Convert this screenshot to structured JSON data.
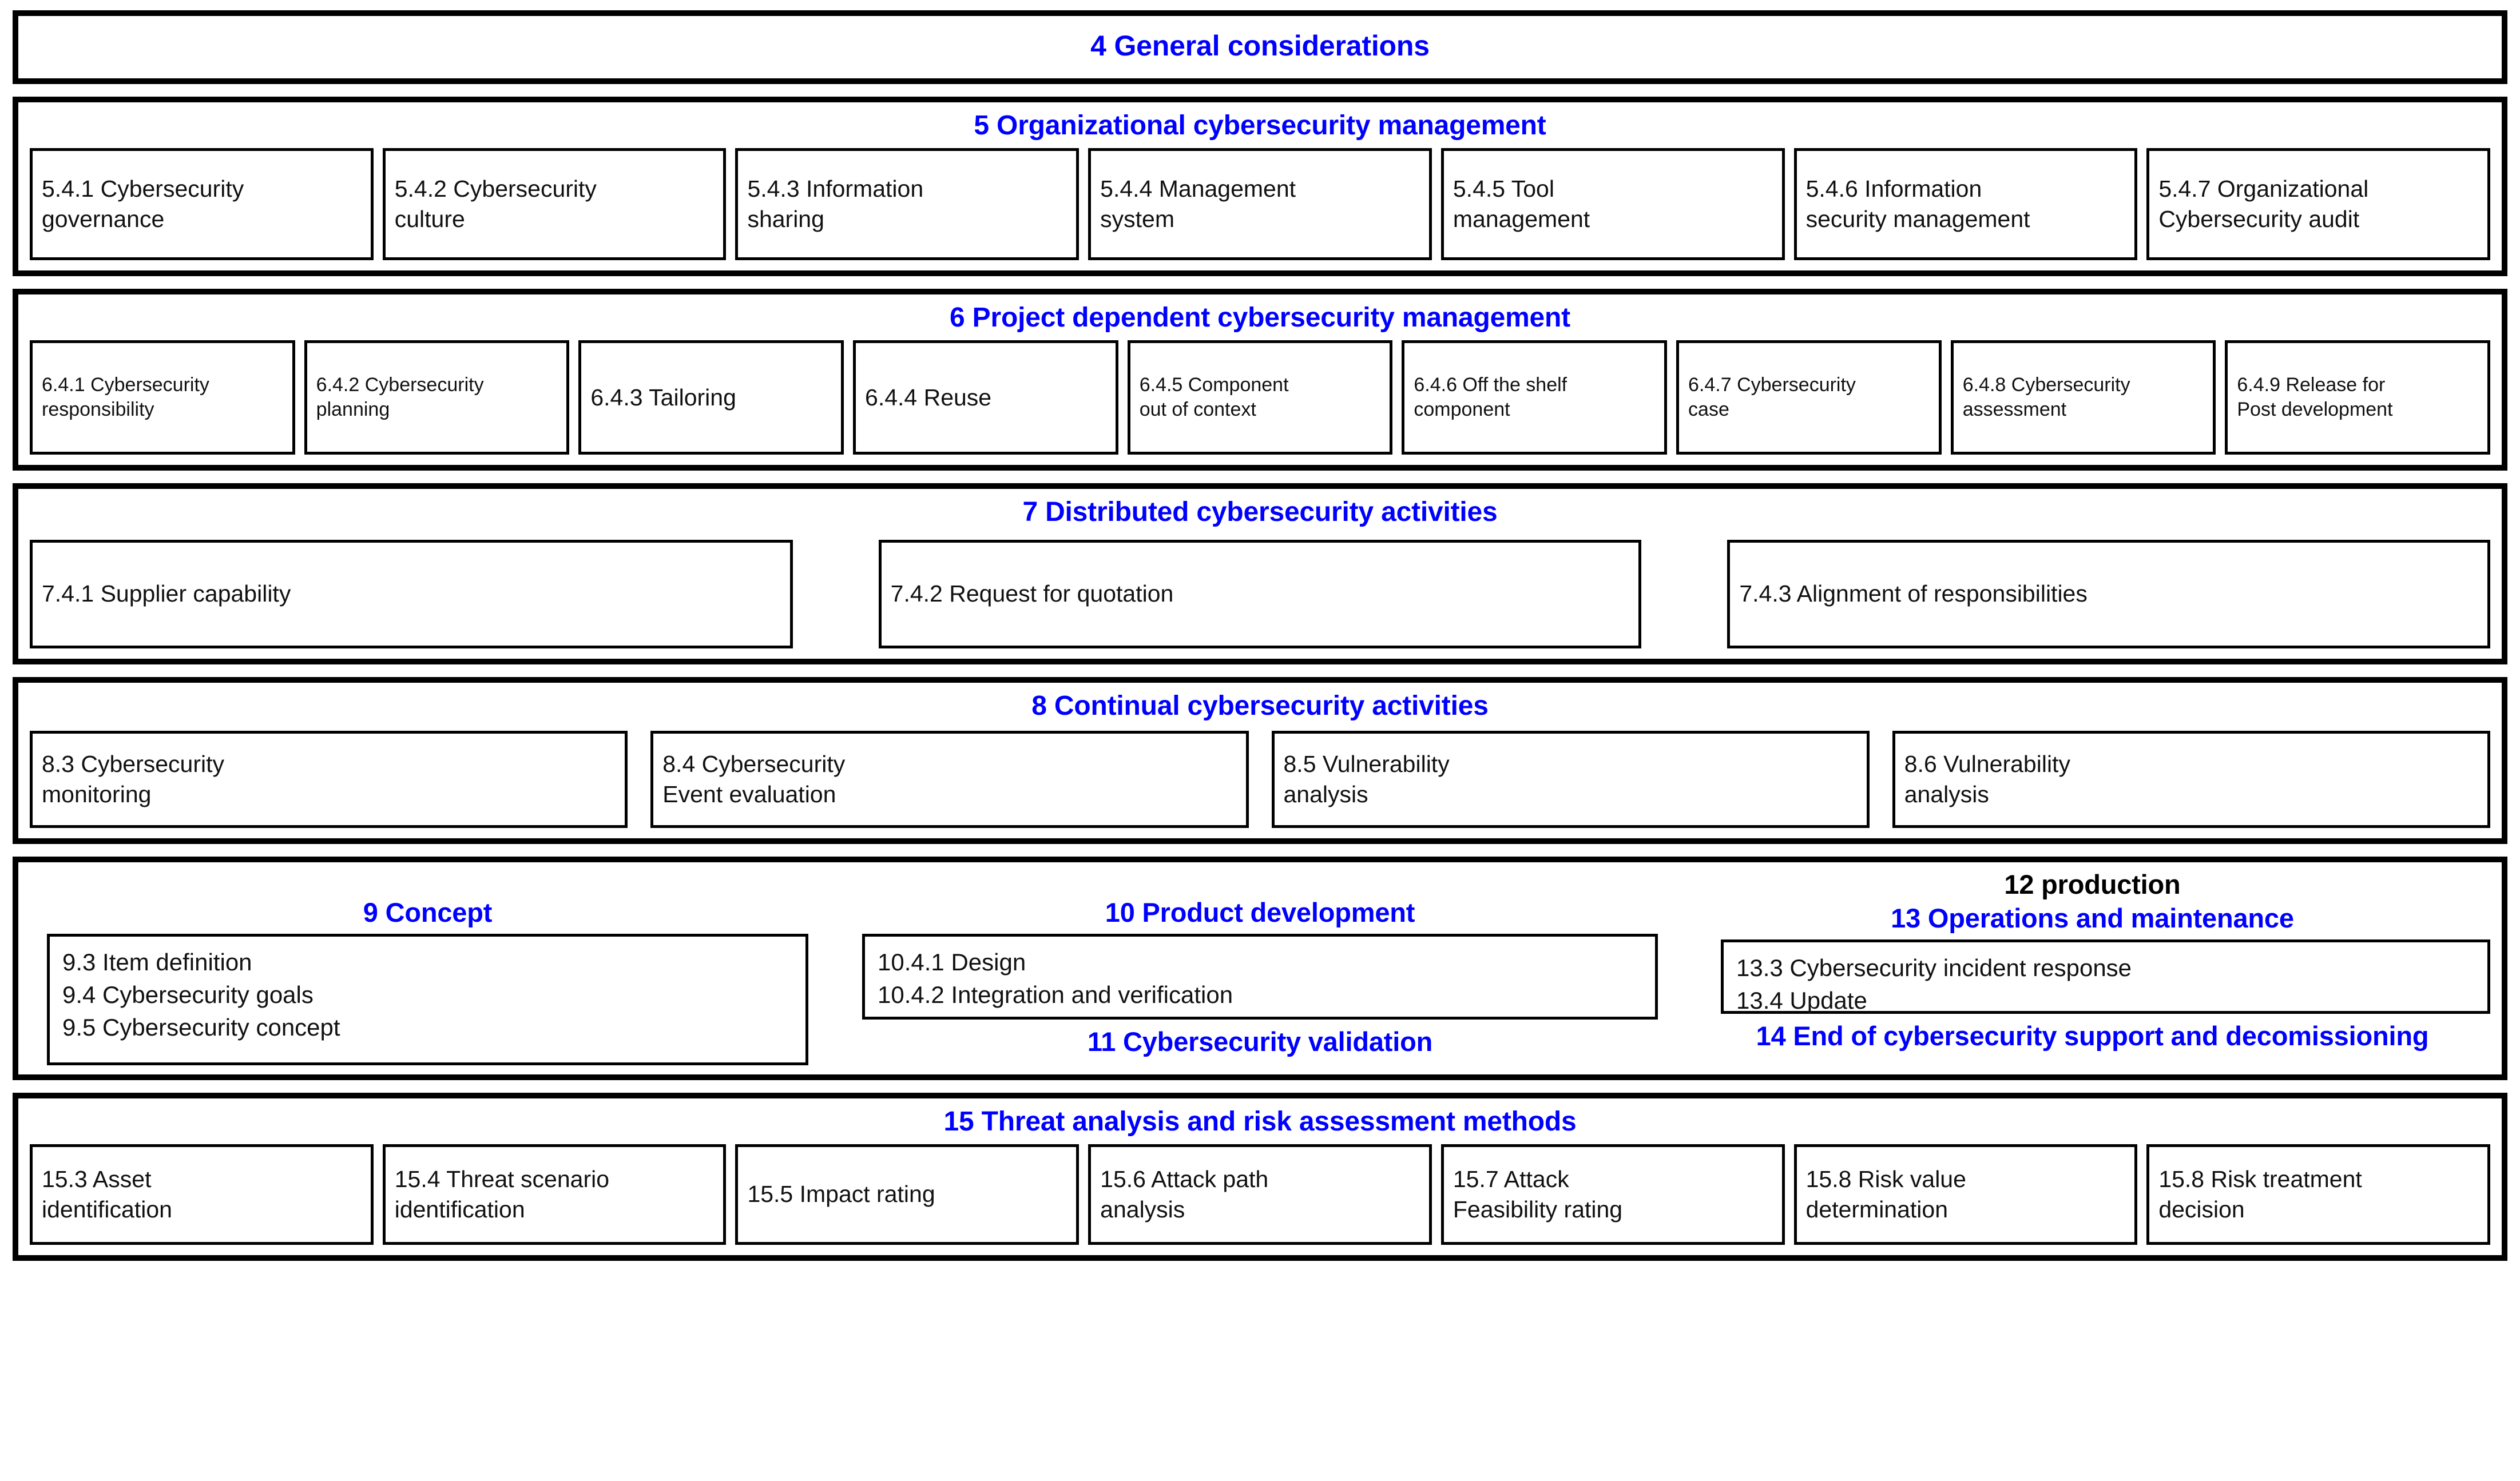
{
  "diagram": {
    "bands": [
      {
        "id": "band-4",
        "title": "4 General considerations",
        "title_color": "#0000ff",
        "items": []
      },
      {
        "id": "band-5",
        "title": "5 Organizational cybersecurity management",
        "title_color": "#0000ff",
        "items": [
          {
            "l1": "5.4.1 Cybersecurity",
            "l2": "governance"
          },
          {
            "l1": "5.4.2 Cybersecurity",
            "l2": "culture"
          },
          {
            "l1": "5.4.3 Information",
            "l2": "sharing"
          },
          {
            "l1": "5.4.4 Management",
            "l2": "system"
          },
          {
            "l1": "5.4.5 Tool",
            "l2": "management"
          },
          {
            "l1": "5.4.6 Information",
            "l2": "security management"
          },
          {
            "l1": "5.4.7 Organizational",
            "l2": "Cybersecurity audit"
          }
        ]
      },
      {
        "id": "band-6",
        "title": "6 Project dependent cybersecurity management",
        "title_color": "#0000ff",
        "items": [
          {
            "l1": "6.4.1 Cybersecurity",
            "l2": "responsibility"
          },
          {
            "l1": "6.4.2 Cybersecurity",
            "l2": "planning"
          },
          {
            "l1": "6.4.3 Tailoring",
            "l2": ""
          },
          {
            "l1": "6.4.4 Reuse",
            "l2": ""
          },
          {
            "l1": "6.4.5 Component",
            "l2": "out of context"
          },
          {
            "l1": "6.4.6 Off the shelf",
            "l2": "component"
          },
          {
            "l1": "6.4.7 Cybersecurity",
            "l2": "case"
          },
          {
            "l1": "6.4.8 Cybersecurity",
            "l2": "assessment"
          },
          {
            "l1": "6.4.9 Release for",
            "l2": "Post development"
          }
        ]
      },
      {
        "id": "band-7",
        "title": "7 Distributed cybersecurity activities",
        "title_color": "#0000ff",
        "items": [
          {
            "l1": "7.4.1 Supplier capability",
            "l2": ""
          },
          {
            "l1": "7.4.2 Request for quotation",
            "l2": ""
          },
          {
            "l1": "7.4.3 Alignment of responsibilities",
            "l2": ""
          }
        ]
      },
      {
        "id": "band-8",
        "title": "8 Continual cybersecurity activities",
        "title_color": "#0000ff",
        "items": [
          {
            "l1": "8.3 Cybersecurity",
            "l2": "monitoring"
          },
          {
            "l1": "8.4 Cybersecurity",
            "l2": "Event evaluation"
          },
          {
            "l1": "8.5 Vulnerability",
            "l2": "analysis"
          },
          {
            "l1": "8.6 Vulnerability",
            "l2": "analysis"
          }
        ]
      },
      {
        "id": "band-15",
        "title": "15 Threat analysis and risk assessment methods",
        "title_color": "#0000ff",
        "items": [
          {
            "l1": "15.3 Asset",
            "l2": "identification"
          },
          {
            "l1": "15.4 Threat scenario",
            "l2": "identification"
          },
          {
            "l1": "15.5 Impact rating",
            "l2": ""
          },
          {
            "l1": "15.6 Attack path",
            "l2": "analysis"
          },
          {
            "l1": "15.7 Attack",
            "l2": "Feasibility rating"
          },
          {
            "l1": "15.8 Risk value",
            "l2": "determination"
          },
          {
            "l1": "15.8 Risk treatment",
            "l2": "decision"
          }
        ]
      }
    ],
    "lifecycle": {
      "concept": {
        "title": "9 Concept",
        "title_color": "#0000ff",
        "lines": [
          "9.3 Item definition",
          "9.4 Cybersecurity goals",
          "9.5 Cybersecurity concept"
        ]
      },
      "product": {
        "title": "10 Product development",
        "title_color": "#0000ff",
        "lines": [
          "10.4.1 Design",
          "10.4.2 Integration and verification"
        ],
        "footer": "11 Cybersecurity validation",
        "footer_color": "#0000ff"
      },
      "operations": {
        "title_production": "12 production",
        "title_production_color": "#000000",
        "title": "13 Operations and maintenance",
        "title_color": "#0000ff",
        "lines": [
          "13.3 Cybersecurity incident response",
          "13.4 Update"
        ],
        "footer": "14 End of cybersecurity support and decomissioning",
        "footer_color": "#0000ff"
      }
    }
  }
}
